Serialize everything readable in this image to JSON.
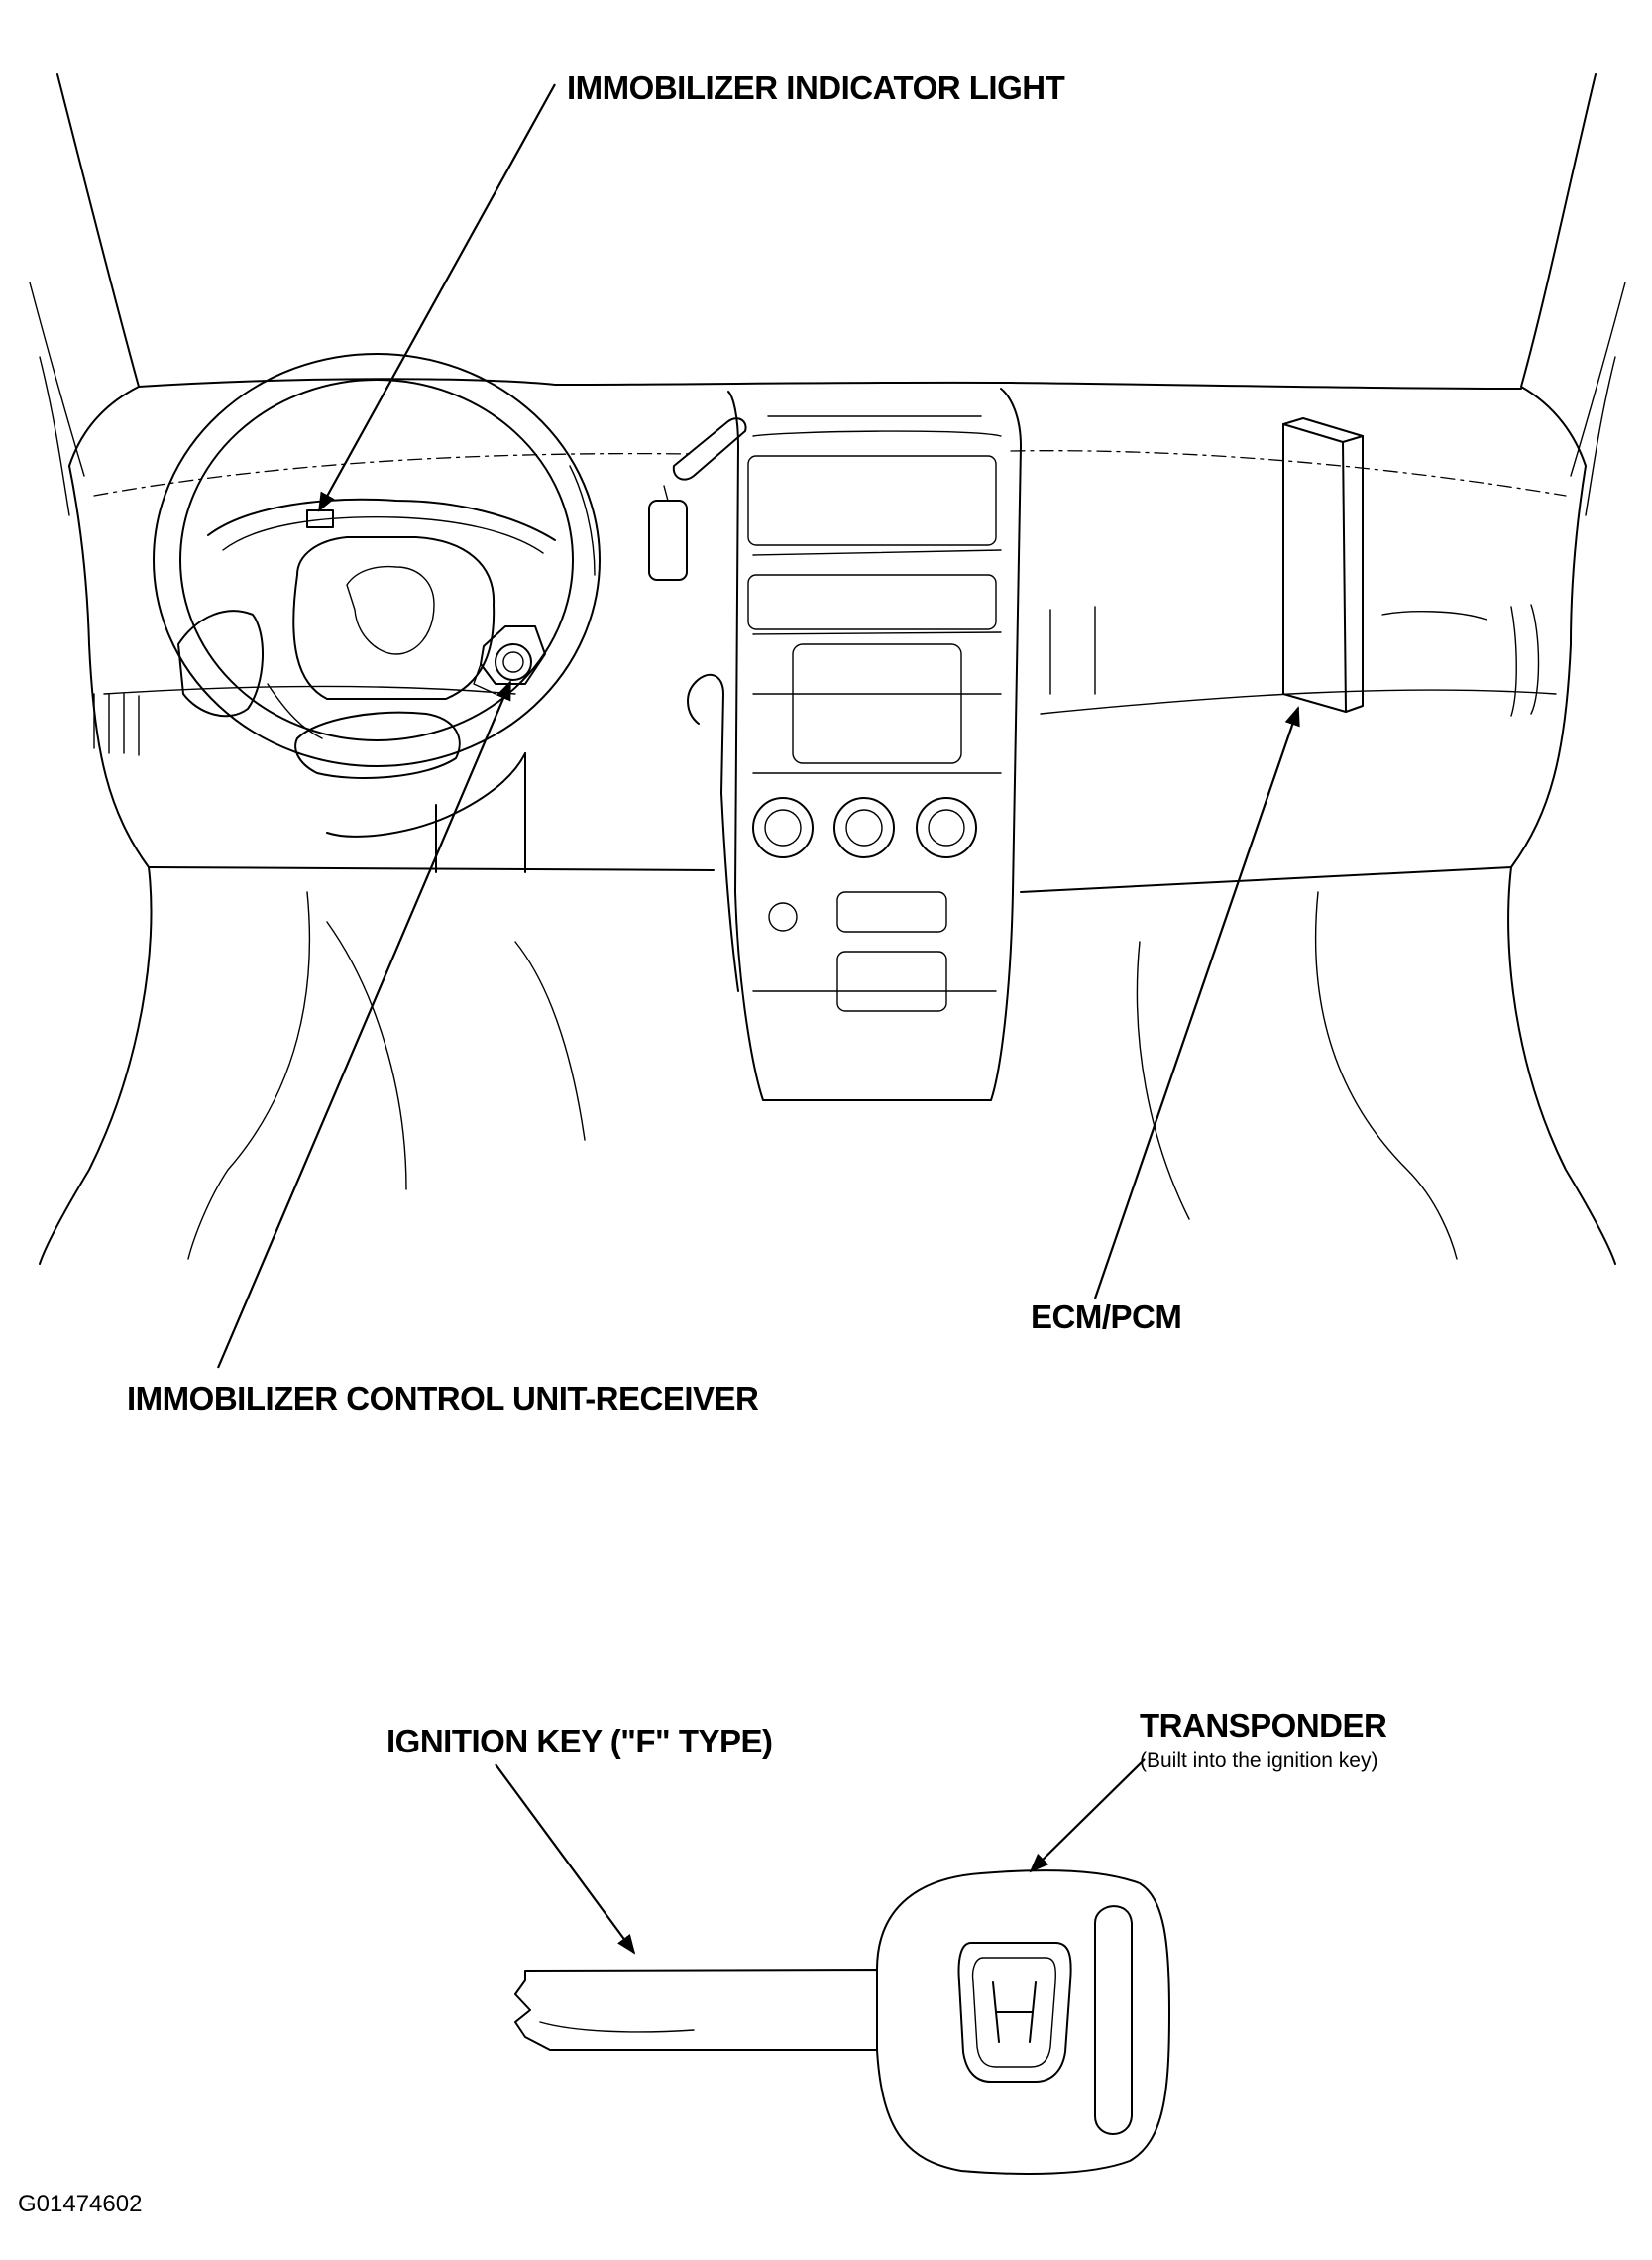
{
  "labels": {
    "immobilizer_indicator_light": "IMMOBILIZER INDICATOR LIGHT",
    "immobilizer_control_unit_receiver": "IMMOBILIZER CONTROL UNIT-RECEIVER",
    "ecm_pcm": "ECM/PCM",
    "ignition_key": "IGNITION KEY (\"F\" TYPE)",
    "transponder": "TRANSPONDER",
    "transponder_note": "(Built into the ignition key)"
  },
  "figure_id": "G01474602"
}
